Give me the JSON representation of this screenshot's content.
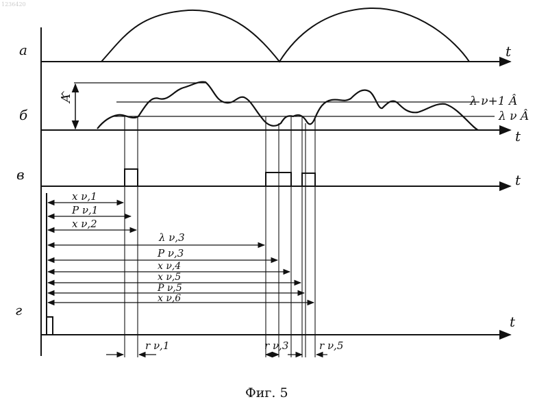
{
  "corner_id": "1236420",
  "row_labels": {
    "a": "а",
    "b": "б",
    "v": "в",
    "g": "г"
  },
  "axis_t": "t",
  "amplitude": {
    "letter": "A",
    "hat": "^"
  },
  "thresholds": {
    "upper": "λ ν+1 Â",
    "lower": "λ ν Â"
  },
  "intervals": [
    {
      "id": "x1",
      "text": "x ν,1"
    },
    {
      "id": "p1",
      "text": "P ν,1"
    },
    {
      "id": "x2",
      "text": "x ν,2"
    },
    {
      "id": "x3",
      "text": "λ ν,3"
    },
    {
      "id": "p3",
      "text": "P ν,3"
    },
    {
      "id": "x4",
      "text": "x ν,4"
    },
    {
      "id": "x5",
      "text": "x ν,5"
    },
    {
      "id": "p5",
      "text": "P ν,5"
    },
    {
      "id": "x6",
      "text": "x ν,6"
    }
  ],
  "r_labels": [
    {
      "id": "r1",
      "text": "r ν,1"
    },
    {
      "id": "r3",
      "text": "r ν,3"
    },
    {
      "id": "r5",
      "text": "r ν,5"
    }
  ],
  "caption": "Фиг. 5"
}
